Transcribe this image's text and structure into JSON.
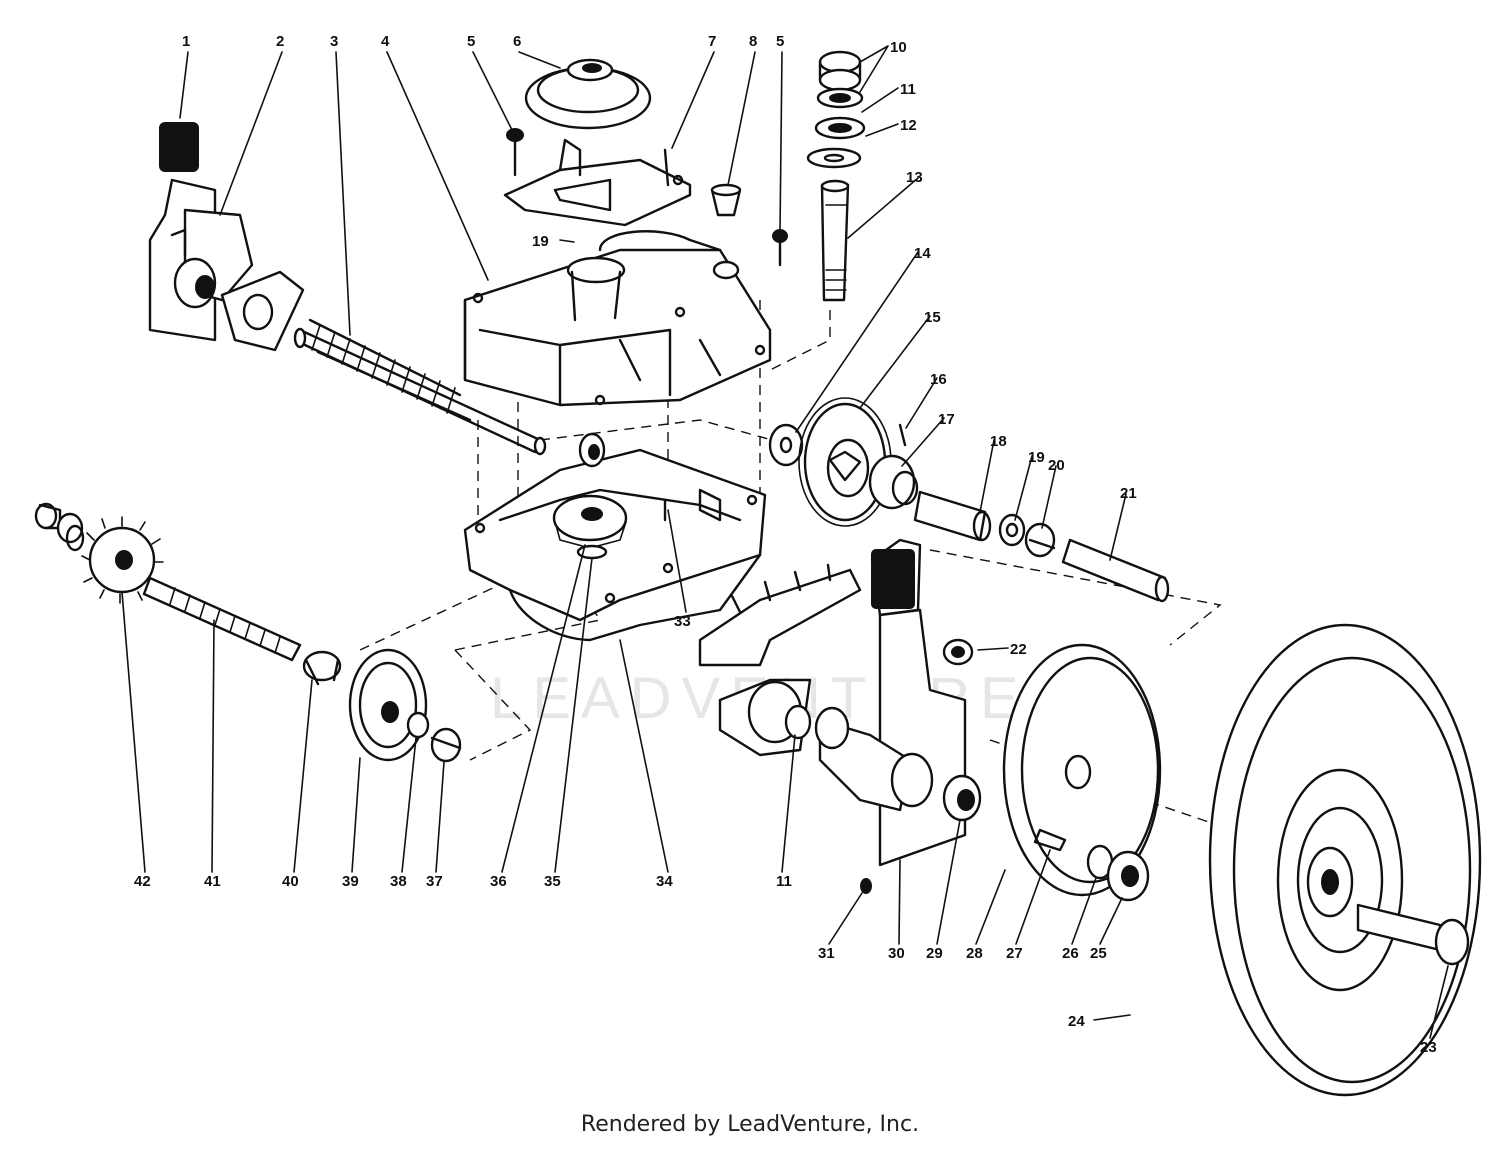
{
  "diagram": {
    "watermark": "LEADVENTURE",
    "footer": "Rendered by LeadVenture, Inc.",
    "callouts": [
      "1",
      "2",
      "3",
      "4",
      "5",
      "6",
      "7",
      "8",
      "5",
      "10",
      "11",
      "12",
      "13",
      "14",
      "15",
      "16",
      "17",
      "18",
      "19",
      "20",
      "21",
      "19",
      "22",
      "42",
      "41",
      "40",
      "39",
      "38",
      "37",
      "36",
      "35",
      "34",
      "33",
      "11",
      "31",
      "30",
      "29",
      "28",
      "27",
      "26",
      "25",
      "24",
      "23"
    ]
  }
}
